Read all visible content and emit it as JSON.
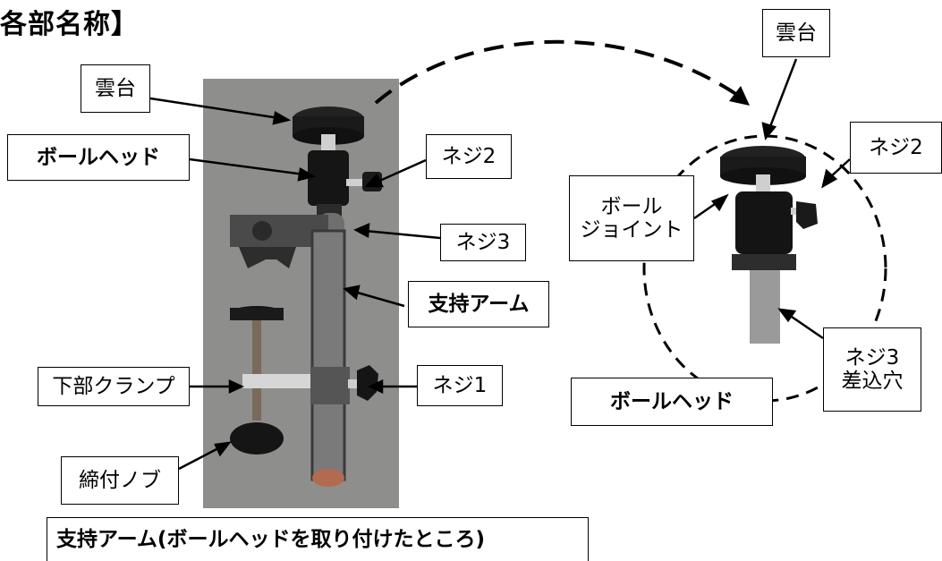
{
  "heading": "各部名称】",
  "left_labels": {
    "unpai": "雲台",
    "ballhead": "ボールヘッド",
    "neji2": "ネジ2",
    "neji3": "ネジ3",
    "support_arm": "支持アーム",
    "lower_clamp": "下部クランプ",
    "neji1": "ネジ1",
    "knob": "締付ノブ"
  },
  "caption": "支持アーム(ボールヘッドを取り付けたところ)",
  "right_labels": {
    "unpai": "雲台",
    "neji2": "ネジ2",
    "ball_joint_line1": "ボール",
    "ball_joint_line2": "ジョイント",
    "neji3_hole_line1": "ネジ3",
    "neji3_hole_line2": "差込穴",
    "ballhead": "ボールヘッド"
  },
  "colors": {
    "photo_background": "#8e8e8c",
    "metal_dark": "#1c1c1c",
    "metal_light": "#d9d9d9"
  }
}
